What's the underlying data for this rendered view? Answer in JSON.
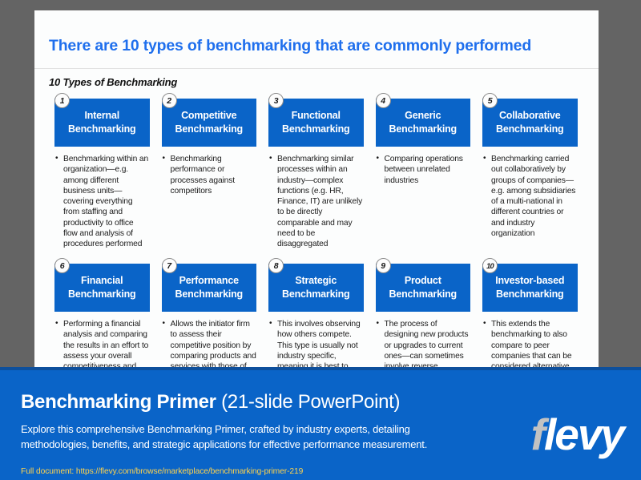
{
  "slide": {
    "title": "There are 10 types of benchmarking that are commonly performed",
    "subtitle": "10 Types of Benchmarking",
    "cards": [
      {
        "number": "1",
        "title_line1": "Internal",
        "title_line2": "Benchmarking",
        "body": "Benchmarking within an organization—e.g. among different business units—covering everything from staffing and productivity to office flow and analysis of procedures performed"
      },
      {
        "number": "2",
        "title_line1": "Competitive",
        "title_line2": "Benchmarking",
        "body": "Benchmarking performance or processes against competitors"
      },
      {
        "number": "3",
        "title_line1": "Functional",
        "title_line2": "Benchmarking",
        "body": "Benchmarking similar processes within an industry—complex functions (e.g. HR, Finance, IT) are unlikely to be directly comparable and may need to be disaggregated"
      },
      {
        "number": "4",
        "title_line1": "Generic",
        "title_line2": "Benchmarking",
        "body": "Comparing operations between unrelated industries"
      },
      {
        "number": "5",
        "title_line1": "Collaborative",
        "title_line2": "Benchmarking",
        "body": "Benchmarking carried out collaboratively by groups of companies—e.g. among subsidiaries of a multi-national in different countries or and industry organization"
      },
      {
        "number": "6",
        "title_line1": "Financial",
        "title_line2": "Benchmarking",
        "body": "Performing a financial analysis and comparing the results in an effort to assess your overall competitiveness and"
      },
      {
        "number": "7",
        "title_line1": "Performance",
        "title_line2": "Benchmarking",
        "body": "Allows the initiator firm to assess their competitive position by comparing products and services with those of target firms"
      },
      {
        "number": "8",
        "title_line1": "Strategic",
        "title_line2": "Benchmarking",
        "body": "This involves observing how others compete. This type is usually not industry specific, meaning it is best to look"
      },
      {
        "number": "9",
        "title_line1": "Product",
        "title_line2": "Benchmarking",
        "body": "The process of designing new products or upgrades to current ones—can sometimes involve reverse"
      },
      {
        "number": "10",
        "title_line1": "Investor-based",
        "title_line2": "Benchmarking",
        "body": "This extends the benchmarking to also compare to peer companies that can be considered alternative"
      }
    ]
  },
  "banner": {
    "title_strong": "Benchmarking Primer",
    "title_light": " (21-slide PowerPoint)",
    "description": "Explore this comprehensive Benchmarking Primer, crafted by industry experts, detailing methodologies, benefits, and strategic applications for effective performance measurement.",
    "url_line": "Full document: https://flevy.com/browse/marketplace/benchmarking-primer-219",
    "logo_f": "f",
    "logo_rest": "levy"
  },
  "colors": {
    "accent_blue": "#0a64c8",
    "title_blue": "#1f6fed",
    "banner_border": "#0d4f9c",
    "url_yellow": "#ffd34d",
    "frame_gray": "#646464"
  }
}
